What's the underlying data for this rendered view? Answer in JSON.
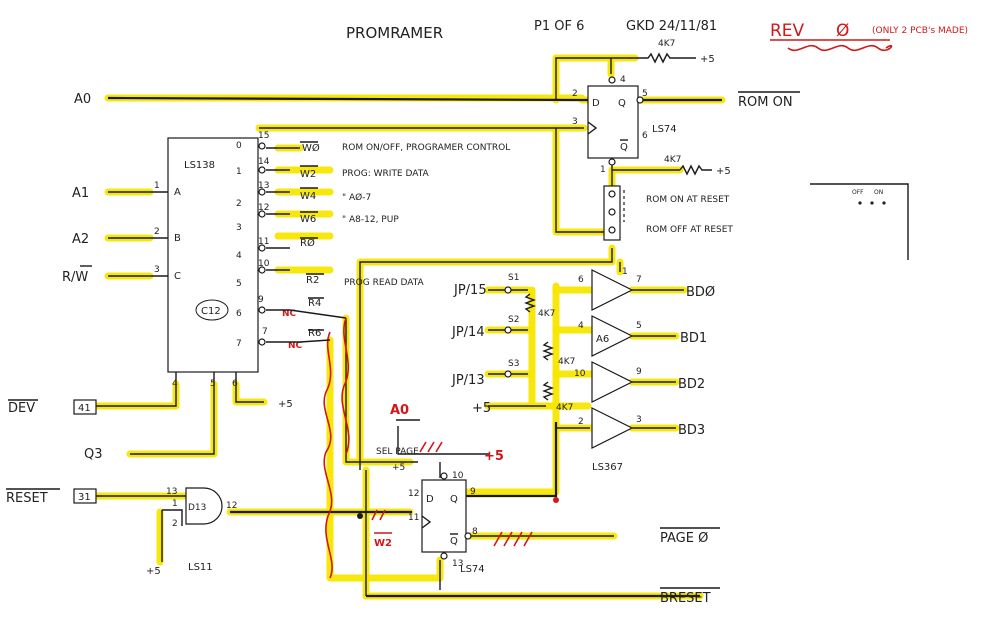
{
  "header": {
    "title": "PROMRAMER",
    "page": "P1 OF 6",
    "author_date": "GKD 24/11/81",
    "rev": "REV",
    "rev_num": "Ø",
    "rev_note": "(ONLY 2 PCB's MADE)"
  },
  "inputs": {
    "a0": "A0",
    "a1": "A1",
    "a2": "A2",
    "rw": "R/W",
    "dev": "DEV",
    "q3": "Q3",
    "reset": "RESET",
    "dev_pin": "41",
    "reset_pin": "31",
    "plus5": "+5"
  },
  "ls138": {
    "name": "LS138",
    "pos": "C12",
    "in_a": "A",
    "in_b": "B",
    "in_c": "C",
    "pins_left": [
      "1",
      "2",
      "3"
    ],
    "pins_bottom": [
      "4",
      "5",
      "6"
    ],
    "outputs": [
      {
        "num": "0",
        "pin": "15",
        "signal": "WØ",
        "desc": "ROM ON/OFF, PROGRAMER CONTROL"
      },
      {
        "num": "1",
        "pin": "14",
        "signal": "W2",
        "desc": "PROG: WRITE DATA"
      },
      {
        "num": "2",
        "pin": "13",
        "signal": "W4",
        "desc": "\"   AØ-7"
      },
      {
        "num": "3",
        "pin": "12",
        "signal": "W6",
        "desc": "\"   A8-12, PUP"
      },
      {
        "num": "4",
        "pin": "11",
        "signal": "RØ",
        "desc": ""
      },
      {
        "num": "5",
        "pin": "10",
        "signal": "R2",
        "desc": "PROG READ DATA"
      },
      {
        "num": "6",
        "pin": "9",
        "signal": "R4",
        "desc": ""
      },
      {
        "num": "7",
        "pin": "7",
        "signal": "R6",
        "desc": ""
      }
    ],
    "nc": "NC"
  },
  "ff_top": {
    "name": "LS74",
    "d": "D",
    "q": "Q",
    "qbar": "Q",
    "pin_d": "2",
    "pin_clk": "3",
    "pin_q": "5",
    "pin_qbar": "6",
    "pin_pre": "4",
    "pin_clr": "1",
    "out": "ROM ON",
    "res1": "4K7",
    "res2": "4K7",
    "jumper1": "ROM ON AT RESET",
    "jumper2": "ROM OFF AT RESET"
  },
  "buffer": {
    "name": "LS367",
    "pos": "A6",
    "jumpers": [
      "JP/15",
      "JP/14",
      "JP/13"
    ],
    "jp_refs": [
      "S1",
      "S2",
      "S3"
    ],
    "res": "4K7",
    "plus5": "+5",
    "pins": [
      {
        "in": "6",
        "out": "7",
        "bd": "BDØ"
      },
      {
        "in": "4",
        "out": "5",
        "bd": "BD1"
      },
      {
        "in": "10",
        "out": "9",
        "bd": "BD2"
      },
      {
        "in": "2",
        "out": "3",
        "bd": "BD3"
      }
    ],
    "enable_pin": "1"
  },
  "ff_bottom": {
    "name": "LS74",
    "d": "D",
    "q": "Q",
    "qbar": "Q",
    "pin_d": "12",
    "pin_clk": "11",
    "pin_q": "9",
    "pin_qbar": "8",
    "pin_pre": "10",
    "pin_clr": "13",
    "sel_page": "SEL PAGE",
    "a0_red": "A0",
    "plus5_red": "+5",
    "w2_red": "W2",
    "out_page": "PAGE Ø",
    "breset": "BRESET"
  },
  "and_gate": {
    "pos": "D13",
    "name": "LS11",
    "pins_in": [
      "13",
      "1",
      "2"
    ],
    "pin_out": "12",
    "plus5": "+5"
  },
  "switch_block": {
    "off": "OFF",
    "on": "ON"
  }
}
